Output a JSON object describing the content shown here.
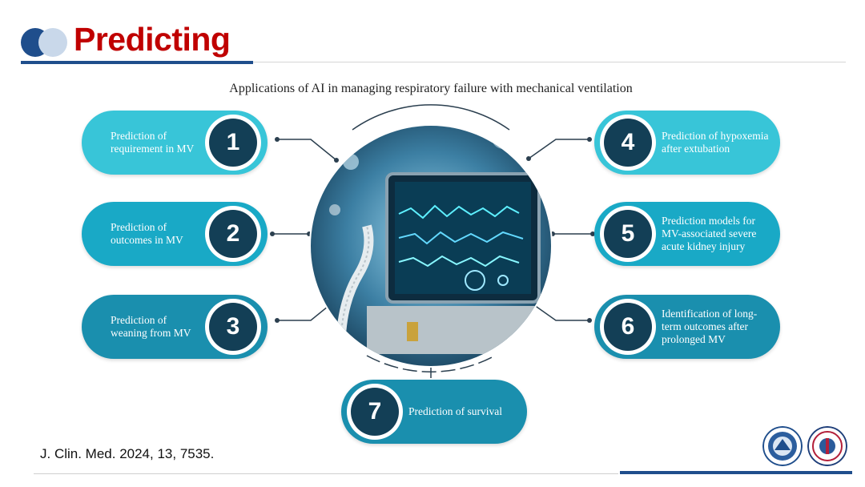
{
  "slide": {
    "title": "Predicting"
  },
  "figure": {
    "caption": "Applications of AI in managing respiratory failure with mechanical ventilation",
    "items": [
      {
        "number": "1",
        "text": "Prediction of requirement in MV"
      },
      {
        "number": "2",
        "text": "Prediction of outcomes in MV"
      },
      {
        "number": "3",
        "text": "Prediction of weaning from MV"
      },
      {
        "number": "4",
        "text": "Prediction of hypoxemia after extubation"
      },
      {
        "number": "5",
        "text": "Prediction models for MV-associated severe acute kidney injury"
      },
      {
        "number": "6",
        "text": "Identification of long-term outcomes after prolonged MV"
      },
      {
        "number": "7",
        "text": "Prediction of survival"
      }
    ]
  },
  "citation": "J. Clin. Med. 2024, 13, 7535.",
  "colors": {
    "title_red": "#c00000",
    "accent_blue": "#1f4e8c",
    "pill_light": "#38c5d8",
    "pill_mid": "#19a9c6",
    "pill_dark": "#1a8fae",
    "number_circle": "#133f56"
  },
  "logos": [
    "university-seal-icon",
    "medical-university-seal-icon"
  ]
}
